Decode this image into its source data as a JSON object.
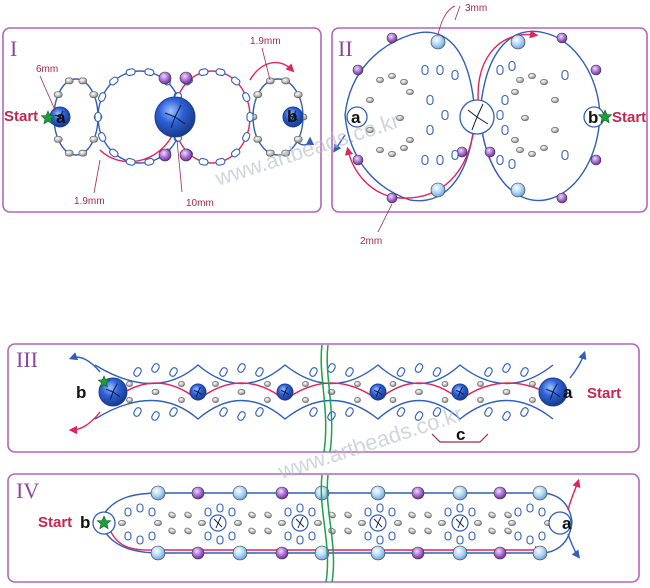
{
  "panels": {
    "p1": {
      "roman": "I"
    },
    "p2": {
      "roman": "II"
    },
    "p3": {
      "roman": "III"
    },
    "p4": {
      "roman": "IV"
    }
  },
  "labels": {
    "start": "Start",
    "a": "a",
    "b": "b",
    "c": "c",
    "size_6mm": "6mm",
    "size_19mm_top": "1.9mm",
    "size_19mm_bottom": "1.9mm",
    "size_10mm": "10mm",
    "size_3mm": "3mm",
    "size_2mm": "2mm"
  },
  "watermark": "www.artbeads.co.kr",
  "colors": {
    "panel_border": "#b266b8",
    "blue_thread": "#2f5fb8",
    "red_thread": "#e0245e",
    "start_star": "#1e9e3a",
    "crystal_blue": "#2a5ad8",
    "purple_bead": "#9b59c4",
    "light_blue_bead": "#9ec9f0"
  }
}
